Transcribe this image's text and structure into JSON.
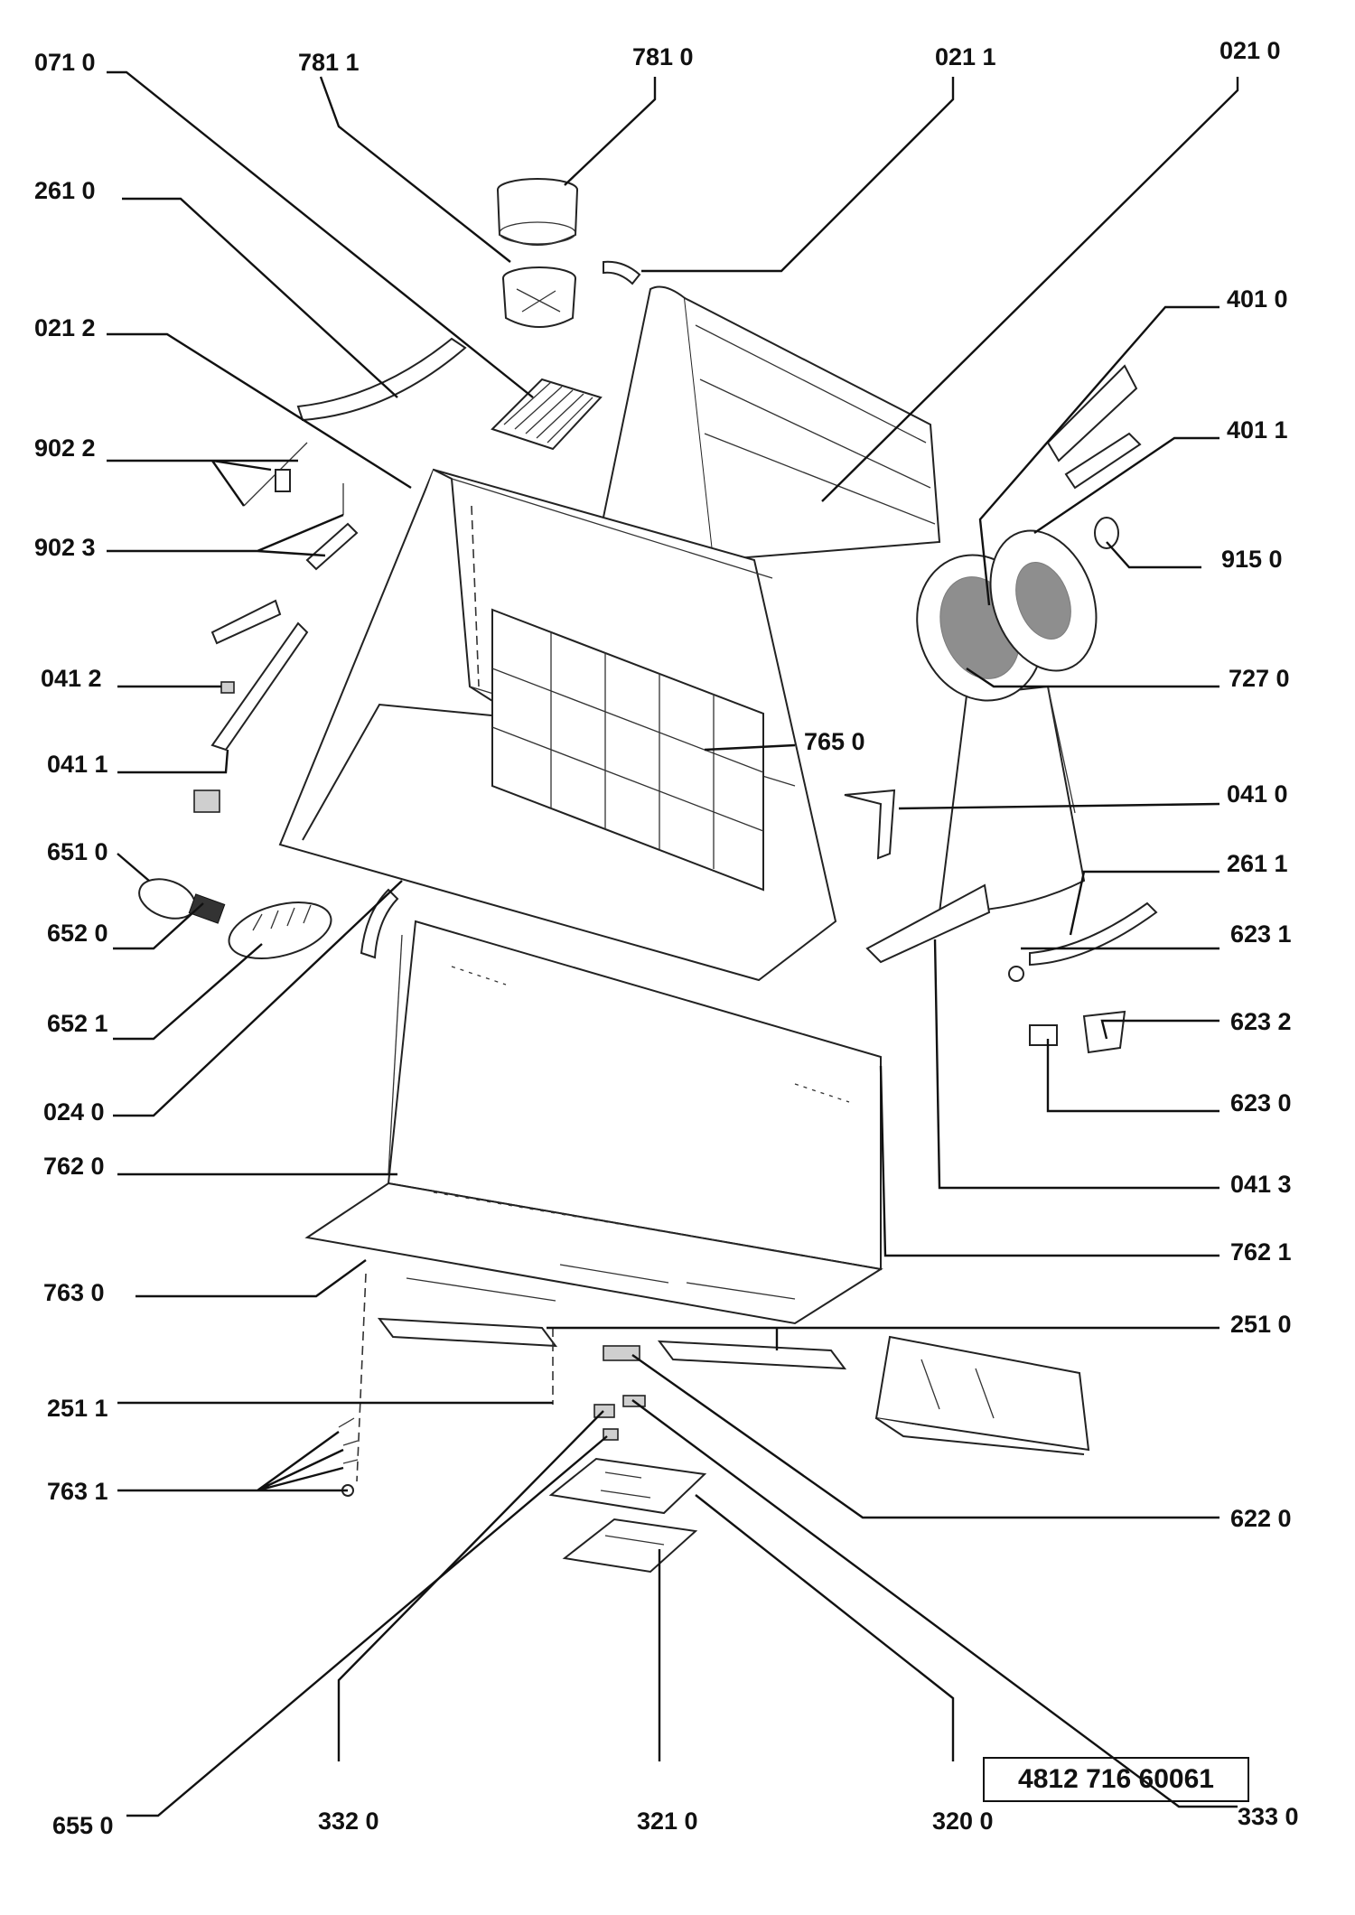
{
  "document_number": "4812 716 60061",
  "labels": {
    "l0710": "071 0",
    "l7811": "781 1",
    "l7810": "781 0",
    "l0211": "021 1",
    "l0210": "021 0",
    "l2610": "261 0",
    "l0212": "021 2",
    "l4010": "401 0",
    "l9022": "902 2",
    "l4011": "401 1",
    "l9023": "902 3",
    "l9150": "915 0",
    "l0412": "041 2",
    "l7270": "727 0",
    "l0411": "041 1",
    "l7650": "765 0",
    "l0410": "041 0",
    "l6510": "651 0",
    "l2611": "261 1",
    "l6520": "652 0",
    "l6231": "623 1",
    "l6521": "652 1",
    "l6232": "623 2",
    "l6230": "623 0",
    "l0240": "024 0",
    "l7620": "762 0",
    "l0413": "041 3",
    "l7621": "762 1",
    "l7630": "763 0",
    "l2510": "251 0",
    "l2511": "251 1",
    "l7631": "763 1",
    "l6220": "622 0",
    "l6550": "655 0",
    "l3320": "332 0",
    "l3210": "321 0",
    "l3200": "320 0",
    "l3330": "333 0"
  }
}
